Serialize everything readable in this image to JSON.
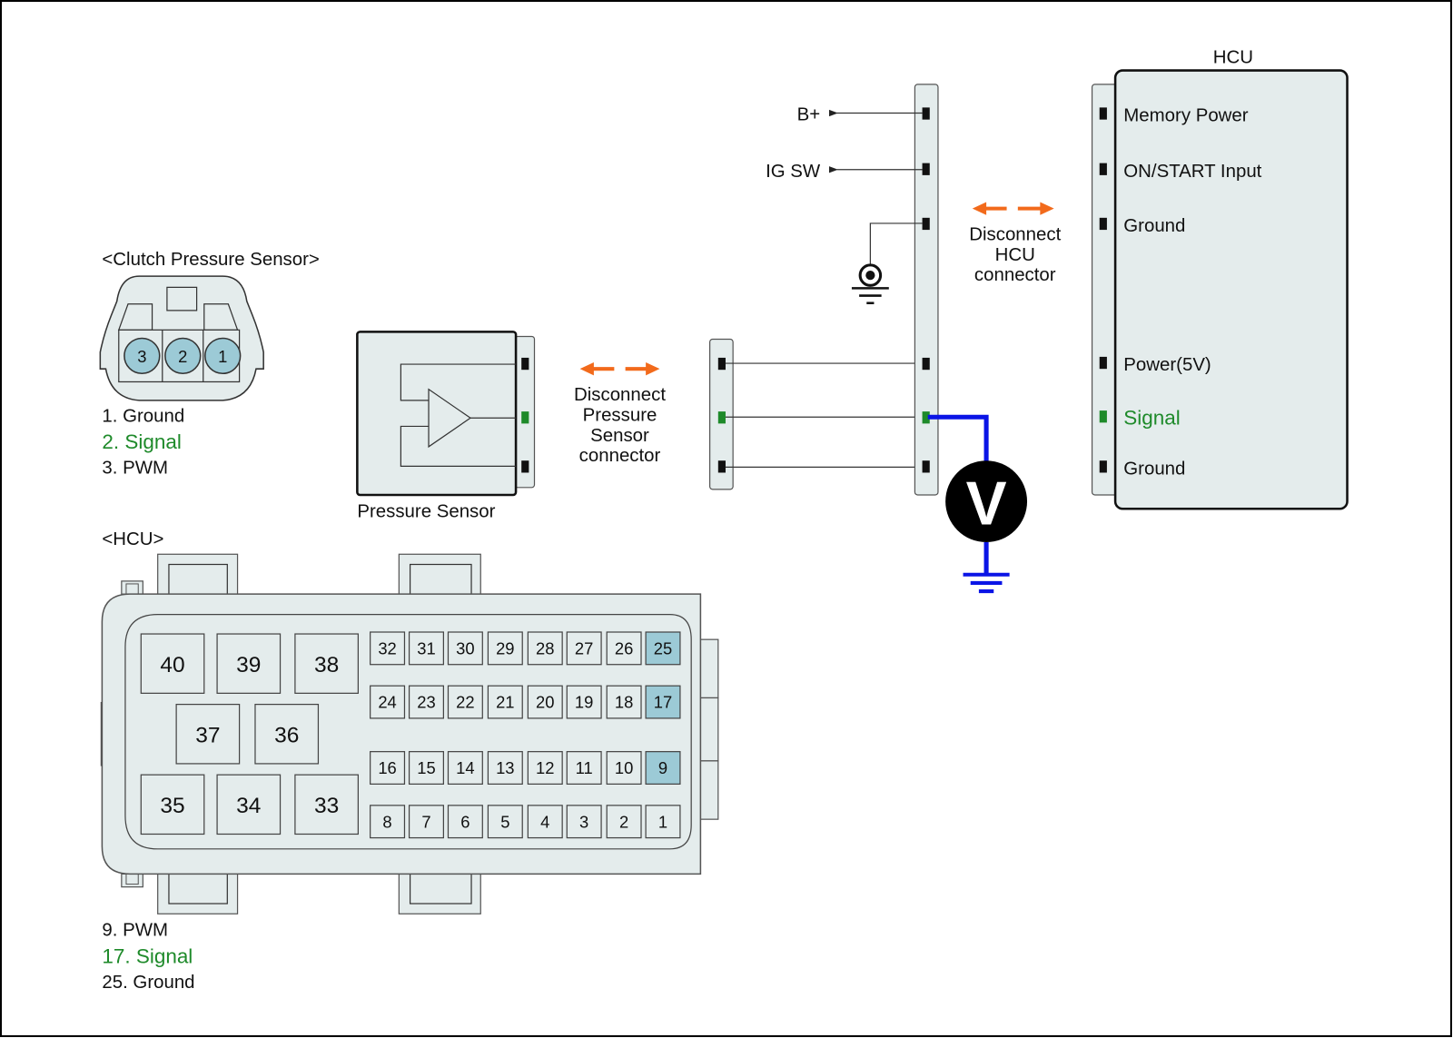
{
  "colors": {
    "body_fill": "#e4ecec",
    "highlight_pin": "#9ccad6",
    "signal_green": "#1e8a2a",
    "arrow_orange": "#f26a1b",
    "meter_wire_blue": "#0a14e6",
    "outline": "#222222"
  },
  "clutch_sensor": {
    "title": "<Clutch Pressure Sensor>",
    "pins": [
      "3",
      "2",
      "1"
    ],
    "legend": [
      {
        "text": "1. Ground",
        "highlight": false
      },
      {
        "text": "2. Signal",
        "highlight": true
      },
      {
        "text": "3. PWM",
        "highlight": false
      }
    ]
  },
  "pressure_sensor": {
    "label": "Pressure Sensor",
    "icon": "amplifier-triangle-icon"
  },
  "disconnect_sensor": {
    "line1": "Disconnect",
    "line2": "Pressure",
    "line3": "Sensor",
    "line4": "connector",
    "icon": "bidirectional-arrow-icon"
  },
  "disconnect_hcu": {
    "line1": "Disconnect",
    "line2": "HCU",
    "line3": "connector",
    "icon": "bidirectional-arrow-icon"
  },
  "harness": {
    "b_plus": "B+",
    "ig_sw": "IG SW",
    "ground_symbol": "chassis-ground-icon"
  },
  "voltmeter": {
    "label": "V",
    "icon": "voltmeter-icon"
  },
  "hcu_block": {
    "title": "HCU",
    "pins": [
      {
        "label": "Memory Power",
        "highlight": false
      },
      {
        "label": "ON/START Input",
        "highlight": false
      },
      {
        "label": "Ground",
        "highlight": false
      },
      {
        "label": "Power(5V)",
        "highlight": false
      },
      {
        "label": "Signal",
        "highlight": true
      },
      {
        "label": "Ground",
        "highlight": false
      }
    ]
  },
  "hcu_connector": {
    "title": "<HCU>",
    "large_pins": [
      "40",
      "39",
      "38",
      "37",
      "36",
      "35",
      "34",
      "33"
    ],
    "small_rows": [
      [
        "32",
        "31",
        "30",
        "29",
        "28",
        "27",
        "26",
        "25"
      ],
      [
        "24",
        "23",
        "22",
        "21",
        "20",
        "19",
        "18",
        "17"
      ],
      [
        "16",
        "15",
        "14",
        "13",
        "12",
        "11",
        "10",
        "9"
      ],
      [
        "8",
        "7",
        "6",
        "5",
        "4",
        "3",
        "2",
        "1"
      ]
    ],
    "highlighted_pins": [
      "25",
      "17",
      "9"
    ],
    "legend": [
      {
        "text": "9. PWM",
        "highlight": false
      },
      {
        "text": "17. Signal",
        "highlight": true
      },
      {
        "text": "25. Ground",
        "highlight": false
      }
    ]
  }
}
